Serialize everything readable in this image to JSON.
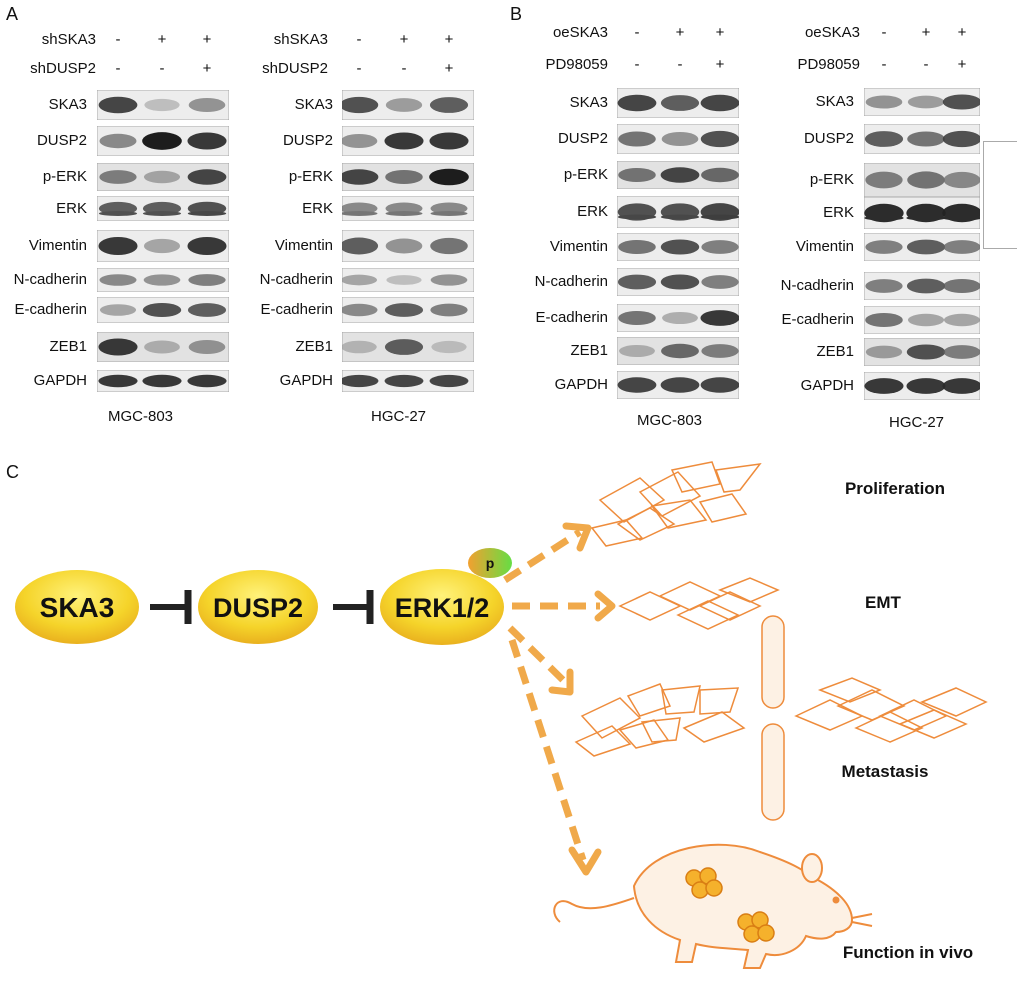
{
  "panels": {
    "A": {
      "letter": "A",
      "groups": [
        {
          "cell_line": "MGC-803",
          "treatments": [
            {
              "name": "shSKA3",
              "signs": [
                "-",
                "+",
                "+"
              ]
            },
            {
              "name": "shDUSP2",
              "signs": [
                "-",
                "-",
                "+"
              ]
            }
          ],
          "proteins": [
            "SKA3",
            "DUSP2",
            "p-ERK",
            "ERK",
            "Vimentin",
            "N-cadherin",
            "E-cadherin",
            "ZEB1",
            "GAPDH"
          ],
          "intensity": [
            [
              0.8,
              0.2,
              0.45
            ],
            [
              0.5,
              0.95,
              0.85
            ],
            [
              0.55,
              0.35,
              0.8
            ],
            [
              0.7,
              0.7,
              0.75
            ],
            [
              0.85,
              0.35,
              0.85
            ],
            [
              0.5,
              0.45,
              0.55
            ],
            [
              0.35,
              0.75,
              0.7
            ],
            [
              0.85,
              0.3,
              0.45
            ],
            [
              0.85,
              0.85,
              0.85
            ]
          ]
        },
        {
          "cell_line": "HGC-27",
          "treatments": [
            {
              "name": "shSKA3",
              "signs": [
                "-",
                "+",
                "+"
              ]
            },
            {
              "name": "shDUSP2",
              "signs": [
                "-",
                "-",
                "+"
              ]
            }
          ],
          "proteins": [
            "SKA3",
            "DUSP2",
            "p-ERK",
            "ERK",
            "Vimentin",
            "N-cadherin",
            "E-cadherin",
            "ZEB1",
            "GAPDH"
          ],
          "intensity": [
            [
              0.75,
              0.4,
              0.7
            ],
            [
              0.45,
              0.85,
              0.85
            ],
            [
              0.8,
              0.6,
              0.95
            ],
            [
              0.5,
              0.5,
              0.5
            ],
            [
              0.7,
              0.45,
              0.6
            ],
            [
              0.35,
              0.2,
              0.45
            ],
            [
              0.5,
              0.7,
              0.55
            ],
            [
              0.25,
              0.7,
              0.2
            ],
            [
              0.8,
              0.8,
              0.8
            ]
          ]
        }
      ]
    },
    "B": {
      "letter": "B",
      "groups": [
        {
          "cell_line": "MGC-803",
          "treatments": [
            {
              "name": "oeSKA3",
              "signs": [
                "-",
                "+",
                "+"
              ]
            },
            {
              "name": "PD98059",
              "signs": [
                "-",
                "-",
                "+"
              ]
            }
          ],
          "proteins": [
            "SKA3",
            "DUSP2",
            "p-ERK",
            "ERK",
            "Vimentin",
            "N-cadherin",
            "E-cadherin",
            "ZEB1",
            "GAPDH"
          ],
          "intensity": [
            [
              0.8,
              0.7,
              0.8
            ],
            [
              0.6,
              0.45,
              0.75
            ],
            [
              0.6,
              0.8,
              0.65
            ],
            [
              0.75,
              0.75,
              0.8
            ],
            [
              0.6,
              0.75,
              0.55
            ],
            [
              0.7,
              0.75,
              0.55
            ],
            [
              0.6,
              0.3,
              0.85
            ],
            [
              0.3,
              0.65,
              0.55
            ],
            [
              0.8,
              0.8,
              0.8
            ]
          ]
        },
        {
          "cell_line": "HGC-27",
          "treatments": [
            {
              "name": "oeSKA3",
              "signs": [
                "-",
                "+",
                "+"
              ]
            },
            {
              "name": "PD98059",
              "signs": [
                "-",
                "-",
                "+"
              ]
            }
          ],
          "proteins": [
            "SKA3",
            "DUSP2",
            "p-ERK",
            "ERK",
            "Vimentin",
            "N-cadherin",
            "E-cadherin",
            "ZEB1",
            "GAPDH"
          ],
          "intensity": [
            [
              0.45,
              0.4,
              0.75
            ],
            [
              0.7,
              0.6,
              0.75
            ],
            [
              0.55,
              0.6,
              0.5
            ],
            [
              0.9,
              0.9,
              0.9
            ],
            [
              0.55,
              0.7,
              0.55
            ],
            [
              0.55,
              0.7,
              0.6
            ],
            [
              0.6,
              0.35,
              0.35
            ],
            [
              0.4,
              0.75,
              0.55
            ],
            [
              0.85,
              0.85,
              0.85
            ]
          ]
        }
      ]
    },
    "C": {
      "letter": "C",
      "nodes": {
        "ska3": "SKA3",
        "dusp2": "DUSP2",
        "erk": "ERK1/2",
        "phospho": "p"
      },
      "outcomes": {
        "proliferation": "Proliferation",
        "emt": "EMT",
        "metastasis": "Metastasis",
        "in_vivo": "Function in vivo"
      },
      "colors": {
        "node": "#f2cc2a",
        "arrow": "#f0a94a",
        "cell_stroke": "#ee8c3c",
        "mouse_fill": "#fdf1e4"
      }
    }
  }
}
